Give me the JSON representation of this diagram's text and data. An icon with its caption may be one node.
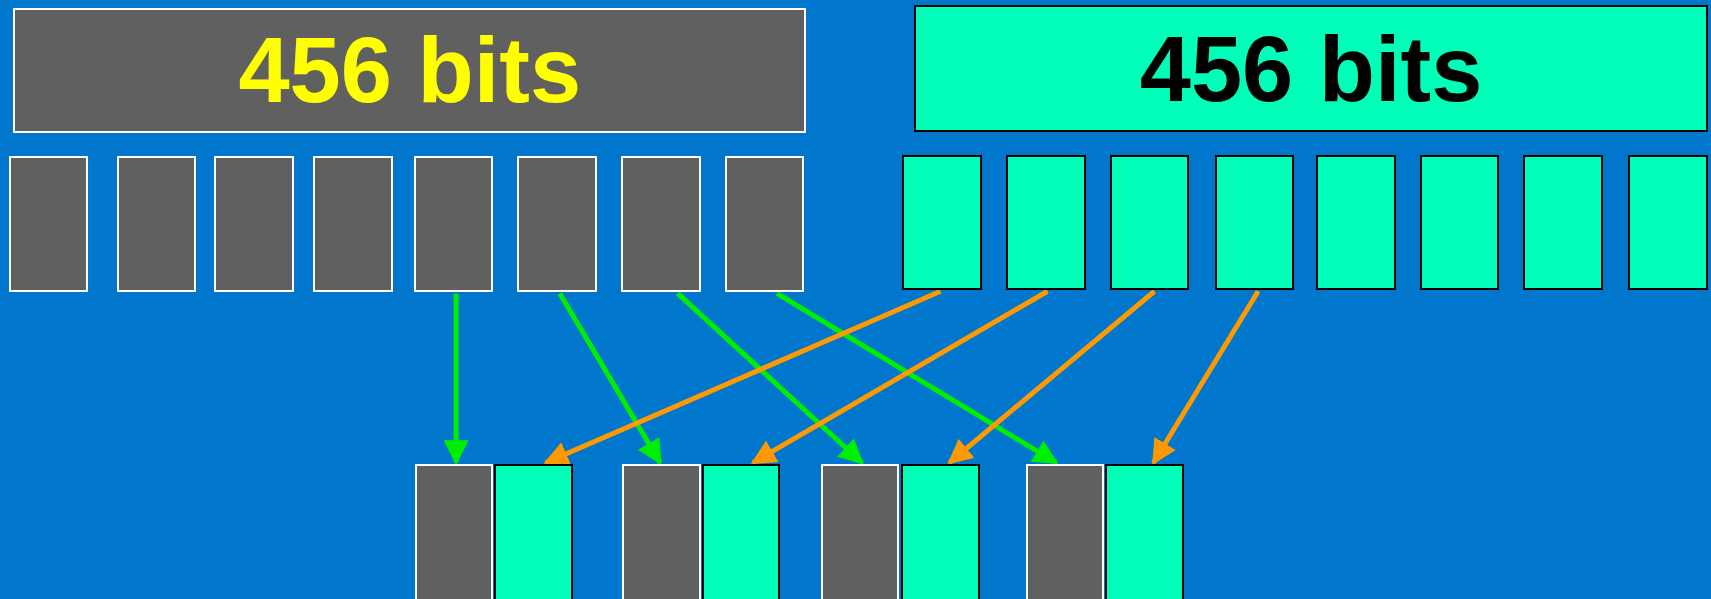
{
  "diagram": {
    "nodes": [
      {
        "text": [
          "456 bits"
        ]
      },
      {
        "text": [
          "456 bits"
        ]
      },
      {
        "text": [],
        "shape": "box"
      },
      {
        "text": [],
        "shape": "box"
      },
      {
        "text": [],
        "shape": "box"
      },
      {
        "text": [],
        "shape": "box"
      },
      {
        "text": [],
        "shape": "box"
      },
      {
        "text": [],
        "shape": "box"
      },
      {
        "text": [],
        "shape": "box"
      },
      {
        "text": [],
        "shape": "box"
      },
      {
        "text": [],
        "shape": "box"
      },
      {
        "text": [],
        "shape": "box"
      },
      {
        "text": [],
        "shape": "box"
      },
      {
        "text": [],
        "shape": "box"
      },
      {
        "text": [],
        "shape": "box"
      },
      {
        "text": [],
        "shape": "box"
      },
      {
        "text": [],
        "shape": "box"
      },
      {
        "text": [],
        "shape": "box"
      },
      {
        "text": [],
        "shape": "box"
      },
      {
        "text": [],
        "shape": "box"
      },
      {
        "text": [],
        "shape": "box"
      },
      {
        "text": [],
        "shape": "box"
      },
      {
        "text": [],
        "shape": "box"
      },
      {
        "text": [],
        "shape": "box"
      },
      {
        "text": [],
        "shape": "box"
      },
      {
        "text": [],
        "shape": "box"
      }
    ],
    "edges": [
      {
        "from": 6,
        "to": 18,
        "arrow": "to",
        "color": "#00ee00"
      },
      {
        "from": 7,
        "to": 20,
        "arrow": "to",
        "color": "#00ee00"
      },
      {
        "from": 8,
        "to": 22,
        "arrow": "to",
        "color": "#00ee00"
      },
      {
        "from": 9,
        "to": 24,
        "arrow": "to",
        "color": "#00ee00"
      },
      {
        "from": 10,
        "to": 19,
        "arrow": "to",
        "color": "#ff9900"
      },
      {
        "from": 11,
        "to": 21,
        "arrow": "to",
        "color": "#ff9900"
      },
      {
        "from": 12,
        "to": 23,
        "arrow": "to",
        "color": "#ff9900"
      },
      {
        "from": 13,
        "to": 25,
        "arrow": "to",
        "color": "#ff9900"
      }
    ]
  }
}
